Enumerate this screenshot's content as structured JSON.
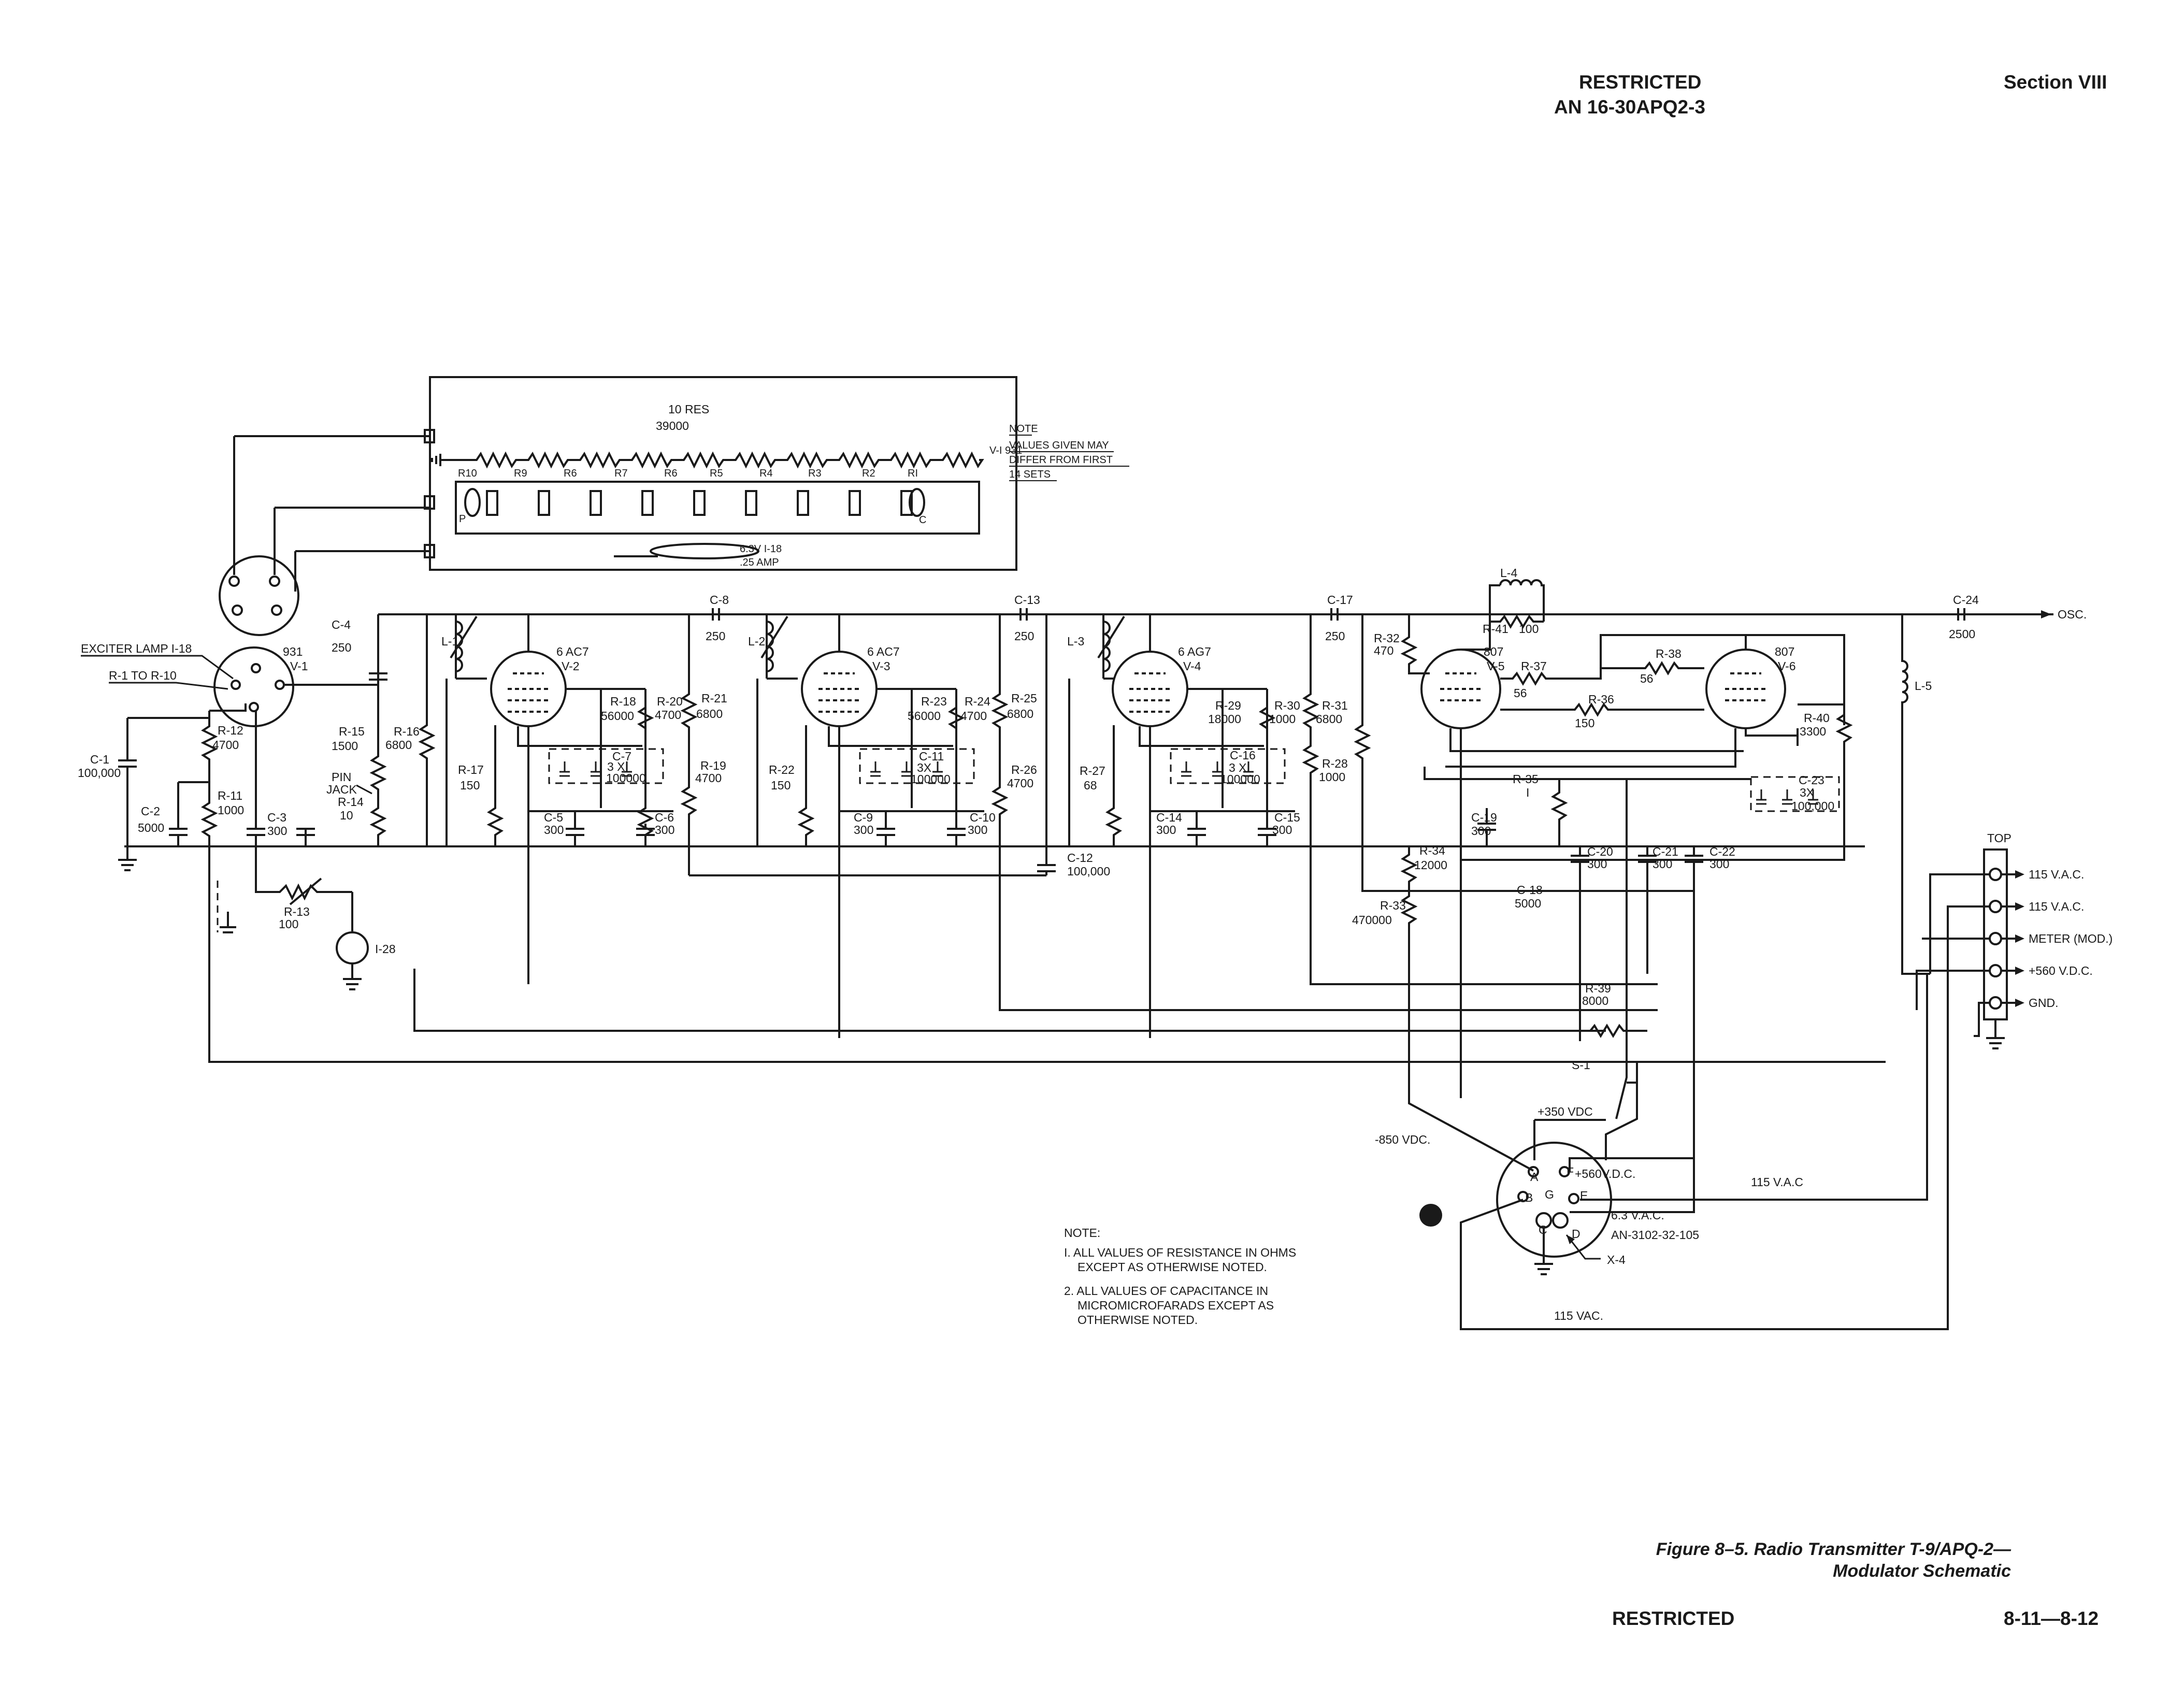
{
  "header": {
    "restricted_top": "RESTRICTED",
    "doc_number": "AN 16-30APQ2-3",
    "section": "Section VIII"
  },
  "footer": {
    "restricted_bottom": "RESTRICTED",
    "page_number": "8-11—8-12"
  },
  "caption": {
    "line1": "Figure 8–5.  Radio Transmitter T-9/APQ-2—",
    "line2": "Modulator Schematic"
  },
  "box": {
    "title": "10 RES",
    "value": "39000",
    "v1_ref": "V-I 931",
    "resistors": [
      "R10",
      "R9",
      "R6",
      "R7",
      "R6",
      "R5",
      "R4",
      "R3",
      "R2",
      "RI"
    ],
    "pin_p": "P",
    "pin_c": "C",
    "lamp": "6.3V I-18",
    "lamp_amp": ".25 AMP"
  },
  "note_top": {
    "heading": "NOTE",
    "lines": [
      "VALUES GIVEN MAY",
      "DIFFER FROM FIRST",
      "14 SETS"
    ]
  },
  "note_bottom": {
    "heading": "NOTE:",
    "lines": [
      "I. ALL VALUES OF RESISTANCE IN OHMS",
      "EXCEPT AS OTHERWISE NOTED.",
      "2. ALL VALUES OF CAPACITANCE IN",
      "MICROMICROFARADS EXCEPT AS",
      "OTHERWISE NOTED."
    ]
  },
  "labels": {
    "exciter": "EXCITER LAMP I-18",
    "r1_r10": "R-1 TO R-10",
    "v1_type": "931",
    "v1": "V-1",
    "c1": "C-1",
    "c1v": "100,000",
    "c2": "C-2",
    "c2v": "5000",
    "r12": "R-12",
    "r12v": "4700",
    "r11": "R-11",
    "r11v": "1000",
    "c3": "C-3",
    "c3v": "300",
    "r13": "R-13",
    "r13v": "100",
    "i28": "I-28",
    "c4": "C-4",
    "c4v": "250",
    "r15": "R-15",
    "r15v": "1500",
    "pin": "PIN",
    "jack": "JACK",
    "r14": "R-14",
    "r14v": "10",
    "r16": "R-16",
    "r16v": "6800",
    "l1": "L-1",
    "v2_type": "6 AC7",
    "v2": "V-2",
    "r17": "R-17",
    "r17v": "150",
    "c5": "C-5",
    "c5v": "300",
    "c7": "C-7",
    "c7a": "3 X",
    "c7v": "100000",
    "r18": "R-18",
    "r18v": "56000",
    "c6": "C-6",
    "c6v": "300",
    "r20": "R-20",
    "r20v": "4700",
    "r21": "R-21",
    "r21v": "6800",
    "r19": "R-19",
    "r19v": "4700",
    "c8": "C-8",
    "c8v": "250",
    "l2": "L-2",
    "v3_type": "6 AC7",
    "v3": "V-3",
    "r22": "R-22",
    "r22v": "150",
    "c9": "C-9",
    "c9v": "300",
    "c11": "C-11",
    "c11a": "3X",
    "c11v": "100000",
    "r23": "R-23",
    "r23v": "56000",
    "c10": "C-10",
    "c10v": "300",
    "r24": "R-24",
    "r24v": "4700",
    "r25": "R-25",
    "r25v": "6800",
    "r26": "R-26",
    "r26v": "4700",
    "c13": "C-13",
    "c13v": "250",
    "c12": "C-12",
    "c12v": "100,000",
    "l3": "L-3",
    "v4_type": "6 AG7",
    "v4": "V-4",
    "r27": "R-27",
    "r27v": "68",
    "c14": "C-14",
    "c14v": "300",
    "c16": "C-16",
    "c16a": "3 X",
    "c16v": "100000",
    "r29": "R-29",
    "r29v": "18000",
    "r30": "R-30",
    "r30v": "1000",
    "r31": "R-31",
    "r31v": "6800",
    "r28": "R-28",
    "r28v": "1000",
    "c15": "C-15",
    "c15v": "300",
    "c17": "C-17",
    "c17v": "250",
    "r32": "R-32",
    "r32v": "470",
    "r34": "R-34",
    "r34v": "12000",
    "r33": "R-33",
    "r33v": "470000",
    "l4": "L-4",
    "r41": "R-41",
    "r41v": "100",
    "v5_type": "807",
    "v5": "V-5",
    "r37": "R-37",
    "r37v": "56",
    "r38": "R-38",
    "r38v": "56",
    "r36": "R-36",
    "r36v": "150",
    "v6_type": "807",
    "v6": "V-6",
    "r40": "R-40",
    "r40v": "3300",
    "c23": "C-23",
    "c23a": "3X",
    "c23v": "100,000",
    "r35": "R-35",
    "r35v": "I",
    "c19": "C-19",
    "c19v": "300",
    "c20": "C-20",
    "c20v": "300",
    "c21": "C-21",
    "c21v": "300",
    "c22": "C-22",
    "c22v": "300",
    "c18": "C-18",
    "c18v": "5000",
    "c24": "C-24",
    "c24v": "2500",
    "osc": "OSC.",
    "l5": "L-5",
    "r39": "R-39",
    "r39v": "8000",
    "s1": "S-1",
    "plus350": "+350 VDC",
    "minus850": "-850 VDC.",
    "plus560a": "+560V.D.C.",
    "v63": "6.3 V.A.C.",
    "conn": "AN-3102-32-105",
    "x4": "X-4",
    "v115a": "115 V.A.C",
    "v115b": "115 VAC.",
    "top": "TOP",
    "t1": "115 V.A.C.",
    "t2": "115 V.A.C.",
    "t3": "METER (MOD.)",
    "t4": "+560 V.D.C.",
    "t5": "GND.",
    "pinA": "A",
    "pinB": "B",
    "pinC": "C",
    "pinD": "D",
    "pinE": "E",
    "pinF": "F",
    "pinG": "G"
  }
}
